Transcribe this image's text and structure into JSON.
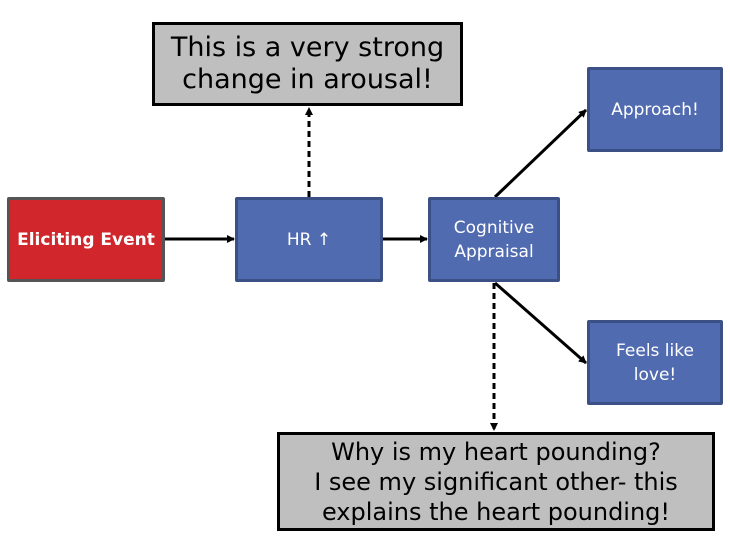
{
  "nodes": {
    "eliciting": "Eliciting Event",
    "hr": "HR ↑",
    "cognitive": [
      "Cognitive",
      "Appraisal"
    ],
    "approach": "Approach!",
    "feels": [
      "Feels like",
      "love!"
    ]
  },
  "notes": {
    "top": [
      "This is a very strong",
      "change in arousal!"
    ],
    "bottom": [
      "Why is my heart pounding?",
      "I see my significant other- this",
      "explains the heart pounding!"
    ]
  },
  "colors": {
    "event": "#d1262c",
    "node": "#516bb0",
    "note": "#bfbfbf"
  }
}
